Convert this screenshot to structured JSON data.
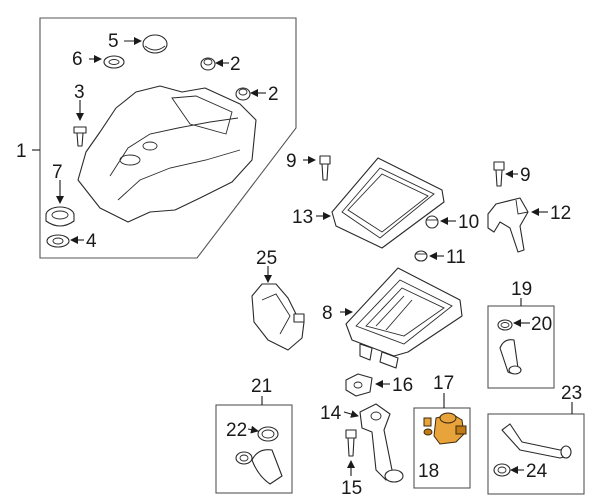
{
  "diagram": {
    "callouts": {
      "c1": "1",
      "c2a": "2",
      "c2b": "2",
      "c3": "3",
      "c4": "4",
      "c5": "5",
      "c6": "6",
      "c7": "7",
      "c8": "8",
      "c9a": "9",
      "c9b": "9",
      "c10": "10",
      "c11": "11",
      "c12": "12",
      "c13": "13",
      "c14": "14",
      "c15": "15",
      "c16": "16",
      "c17": "17",
      "c18": "18",
      "c19": "19",
      "c20": "20",
      "c21": "21",
      "c22": "22",
      "c23": "23",
      "c24": "24",
      "c25": "25"
    },
    "colors": {
      "highlight": "#e8a33a",
      "highlight_dark": "#c27a16"
    },
    "highlighted_parts": [
      "17",
      "18"
    ]
  }
}
